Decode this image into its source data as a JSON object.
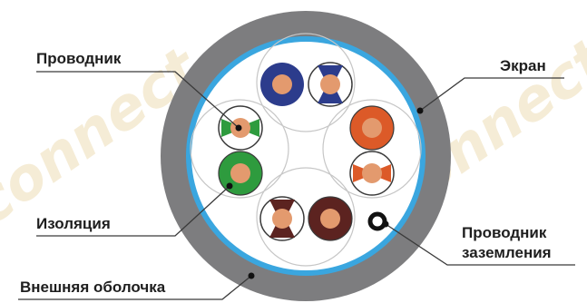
{
  "watermark": "connect",
  "labels": {
    "conductor": "Проводник",
    "insulation": "Изоляция",
    "outer_jacket": "Внешняя оболочка",
    "screen": "Экран",
    "drain_line1": "Проводник",
    "drain_line2": "заземления"
  },
  "colors": {
    "jacket": "#7d7d7f",
    "screen": "#3aa6df",
    "core": "#ffffff",
    "copper": "#e39a6e",
    "blue": "#2c3c8c",
    "orange": "#dc5a28",
    "green": "#2e9b3e",
    "brown": "#5c2320"
  },
  "pairs": [
    {
      "name": "blue-pair",
      "color": "blue"
    },
    {
      "name": "orange-pair",
      "color": "orange"
    },
    {
      "name": "green-pair",
      "color": "green"
    },
    {
      "name": "brown-pair",
      "color": "brown"
    }
  ]
}
